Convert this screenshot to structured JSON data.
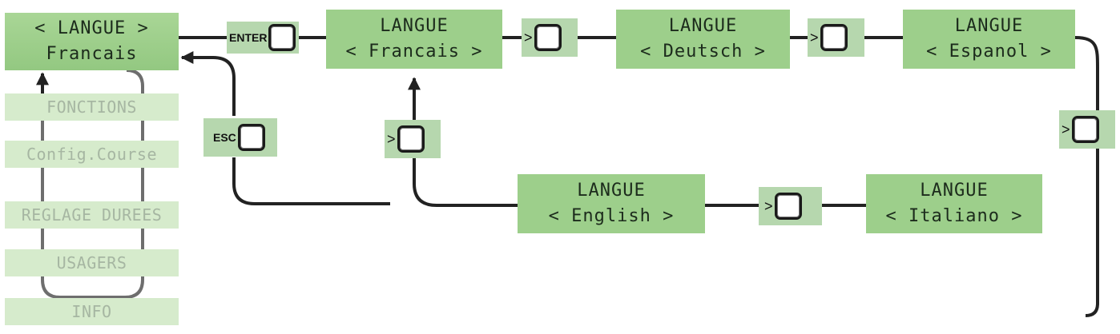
{
  "top_display": {
    "line1": "< LANGUE >",
    "line2": "Francais"
  },
  "menu_items": [
    "FONCTIONS",
    "Config.Course",
    "REGLAGE DUREES",
    "USAGERS",
    "INFO"
  ],
  "keys": {
    "enter": "ENTER",
    "esc": "ESC",
    "next": ">"
  },
  "language_displays": [
    {
      "title": "LANGUE",
      "value": "< Francais >"
    },
    {
      "title": "LANGUE",
      "value": "< Deutsch >"
    },
    {
      "title": "LANGUE",
      "value": "< Espanol >"
    },
    {
      "title": "LANGUE",
      "value": "< English >"
    },
    {
      "title": "LANGUE",
      "value": "< Italiano >"
    }
  ],
  "colors": {
    "display": "#9dcf8b",
    "menu_item": "#d6ebcc",
    "key_bg": "#b6d7ae",
    "line": "#222222"
  }
}
